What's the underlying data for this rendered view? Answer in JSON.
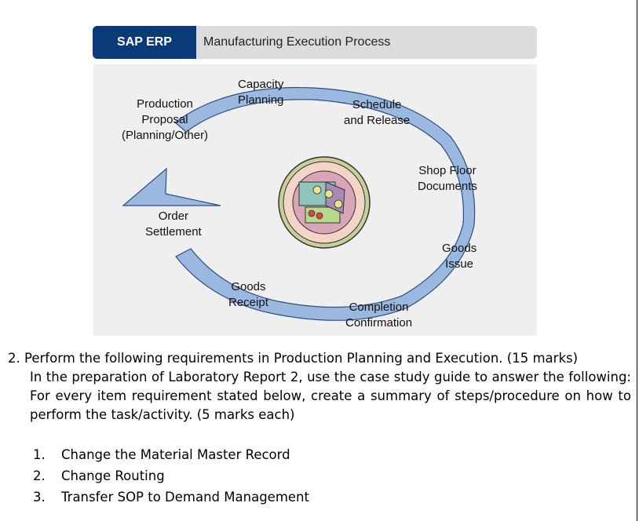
{
  "header": {
    "tag": "SAP ERP",
    "title": "Manufacturing Execution Process"
  },
  "diagram": {
    "steps": {
      "capacity_planning": [
        "Capacity",
        "Planning"
      ],
      "production_proposal": [
        "Production",
        "Proposal",
        "(Planning/Other)"
      ],
      "schedule_release": [
        "Schedule",
        "and Release"
      ],
      "shop_floor_documents": [
        "Shop Floor",
        "Documents"
      ],
      "goods_issue": [
        "Goods",
        "Issue"
      ],
      "completion_confirmation": [
        "Completion",
        "Confirmation"
      ],
      "goods_receipt": [
        "Goods",
        "Receipt"
      ],
      "order_settlement": [
        "Order",
        "Settlement"
      ]
    },
    "colors": {
      "cycle_fill": "#9ab8e0",
      "cycle_stroke": "#2d4f82",
      "header_bg": "#0a3a78"
    },
    "center_icon": "factory-production-line-icon"
  },
  "question": {
    "number": "2.",
    "title": "Perform the following requirements in Production Planning and Execution. (15 marks)",
    "body": "In the preparation of Laboratory Report 2, use the case study guide to answer the following: For every item requirement stated below, create a summary of steps/procedure on how to perform the task/activity. (5 marks each)",
    "items": [
      {
        "num": "1.",
        "text": "Change the Material Master Record"
      },
      {
        "num": "2.",
        "text": "Change Routing"
      },
      {
        "num": "3.",
        "text": "Transfer SOP to Demand Management"
      }
    ]
  }
}
